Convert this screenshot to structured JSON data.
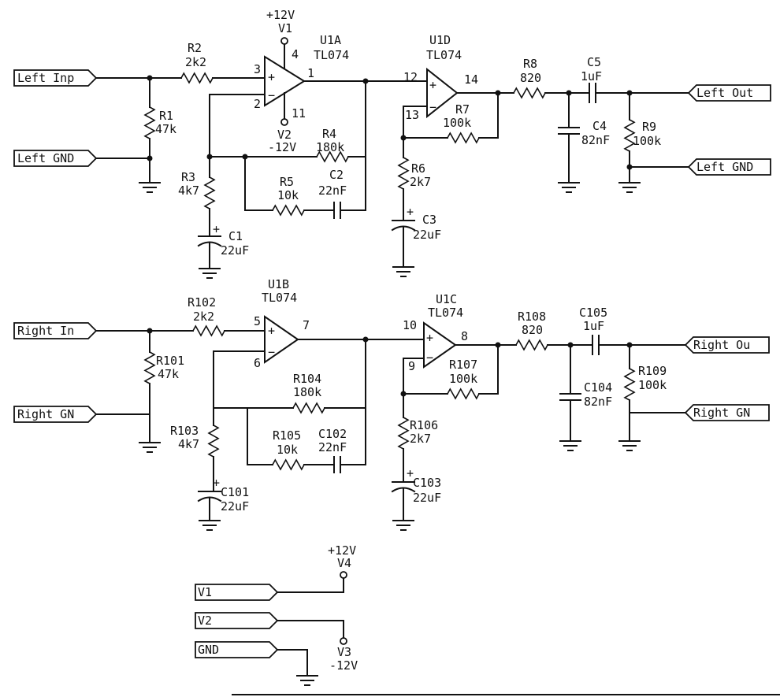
{
  "ports": {
    "left_inp": "Left Inp",
    "left_gnd_in": "Left GND",
    "left_out": "Left Out",
    "left_gnd_out": "Left GND",
    "right_in": "Right In",
    "right_gnd_in": "Right GN",
    "right_out": "Right Ou",
    "right_gnd_out": "Right GN",
    "v1": "V1",
    "v2": "V2",
    "gnd": "GND"
  },
  "opamps": {
    "u1a": {
      "name": "U1A",
      "part": "TL074",
      "pin_pos": "3",
      "pin_neg": "2",
      "pin_out": "1",
      "pin_vplus": "4",
      "pin_vminus": "11"
    },
    "u1d": {
      "name": "U1D",
      "part": "TL074",
      "pin_pos": "12",
      "pin_neg": "13",
      "pin_out": "14"
    },
    "u1b": {
      "name": "U1B",
      "part": "TL074",
      "pin_pos": "5",
      "pin_neg": "6",
      "pin_out": "7"
    },
    "u1c": {
      "name": "U1C",
      "part": "TL074",
      "pin_pos": "10",
      "pin_neg": "9",
      "pin_out": "8"
    }
  },
  "supplies": {
    "v1": {
      "name": "V1",
      "value": "+12V"
    },
    "v2": {
      "name": "V2",
      "value": "-12V"
    },
    "v4": {
      "name": "V4",
      "value": "+12V"
    },
    "v3": {
      "name": "V3",
      "value": "-12V"
    }
  },
  "components": {
    "r1": {
      "name": "R1",
      "value": "47k"
    },
    "r2": {
      "name": "R2",
      "value": "2k2"
    },
    "r3": {
      "name": "R3",
      "value": "4k7"
    },
    "r4": {
      "name": "R4",
      "value": "180k"
    },
    "r5": {
      "name": "R5",
      "value": "10k"
    },
    "c1": {
      "name": "C1",
      "value": "22uF"
    },
    "c2": {
      "name": "C2",
      "value": "22nF"
    },
    "r6": {
      "name": "R6",
      "value": "2k7"
    },
    "r7": {
      "name": "R7",
      "value": "100k"
    },
    "c3": {
      "name": "C3",
      "value": "22uF"
    },
    "r8": {
      "name": "R8",
      "value": "820"
    },
    "c4": {
      "name": "C4",
      "value": "82nF"
    },
    "c5": {
      "name": "C5",
      "value": "1uF"
    },
    "r9": {
      "name": "R9",
      "value": "100k"
    },
    "r101": {
      "name": "R101",
      "value": "47k"
    },
    "r102": {
      "name": "R102",
      "value": "2k2"
    },
    "r103": {
      "name": "R103",
      "value": "4k7"
    },
    "r104": {
      "name": "R104",
      "value": "180k"
    },
    "r105": {
      "name": "R105",
      "value": "10k"
    },
    "c101": {
      "name": "C101",
      "value": "22uF"
    },
    "c102": {
      "name": "C102",
      "value": "22nF"
    },
    "r106": {
      "name": "R106",
      "value": "2k7"
    },
    "r107": {
      "name": "R107",
      "value": "100k"
    },
    "c103": {
      "name": "C103",
      "value": "22uF"
    },
    "r108": {
      "name": "R108",
      "value": "820"
    },
    "c104": {
      "name": "C104",
      "value": "82nF"
    },
    "c105": {
      "name": "C105",
      "value": "1uF"
    },
    "r109": {
      "name": "R109",
      "value": "100k"
    }
  },
  "symbols": {
    "plus": "+",
    "minus": "−"
  }
}
